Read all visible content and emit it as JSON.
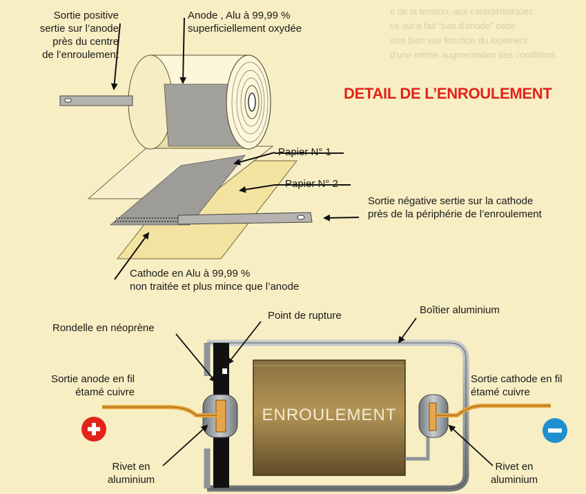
{
  "title": "DETAIL DE L’ENROULEMENT",
  "roll_diagram": {
    "sortie_positive": [
      "Sortie positive",
      "sertie sur l’anode",
      "près du centre",
      "de l’enroulement"
    ],
    "anode": [
      "Anode , Alu à 99,99 %",
      "superficiellement oxydée"
    ],
    "papier_1": "Papier N° 1",
    "papier_2": "Papier N° 2",
    "sortie_negative": [
      "Sortie négative sertie sur la cathode",
      "près de la périphérie de l’enroulement"
    ],
    "cathode": [
      "Cathode en Alu à 99,99 %",
      "non traitée et plus mince que l’anode"
    ]
  },
  "assembly_diagram": {
    "point_rupture": "Point de rupture",
    "boitier": "Boîtier aluminium",
    "rondelle": "Rondelle en néoprène",
    "sortie_anode": [
      "Sortie anode en fil",
      "étamé cuivre"
    ],
    "sortie_cathode": [
      "Sortie cathode en fil",
      "étamé cuivre"
    ],
    "enroulement": "ENROULEMENT",
    "rivet_left": [
      "Rivet en",
      "aluminium"
    ],
    "rivet_right": [
      "Rivet en",
      "aluminium"
    ]
  },
  "colors": {
    "background": "#f7eec3",
    "title": "#e2231a",
    "plus_symbol": "#e2231a",
    "minus_symbol": "#1f8fd0",
    "lead_wire": "#e8a33a",
    "case": "#8e9499"
  }
}
